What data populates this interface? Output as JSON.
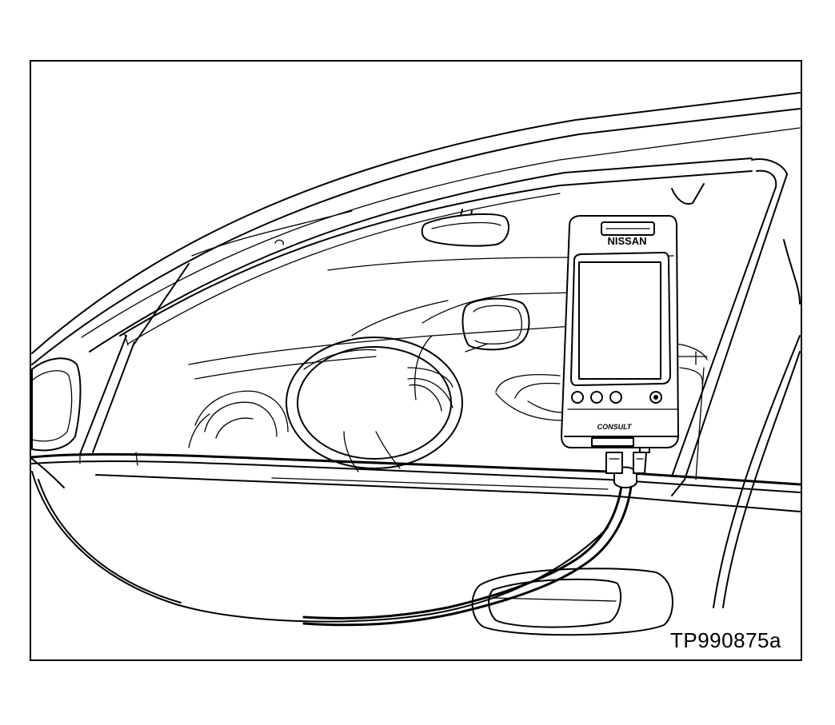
{
  "figure": {
    "id_label": "TP990875a",
    "device": {
      "brand_label": "NISSAN",
      "model_label": "CONSULT"
    }
  },
  "colors": {
    "line": "#000000",
    "background": "#ffffff"
  }
}
